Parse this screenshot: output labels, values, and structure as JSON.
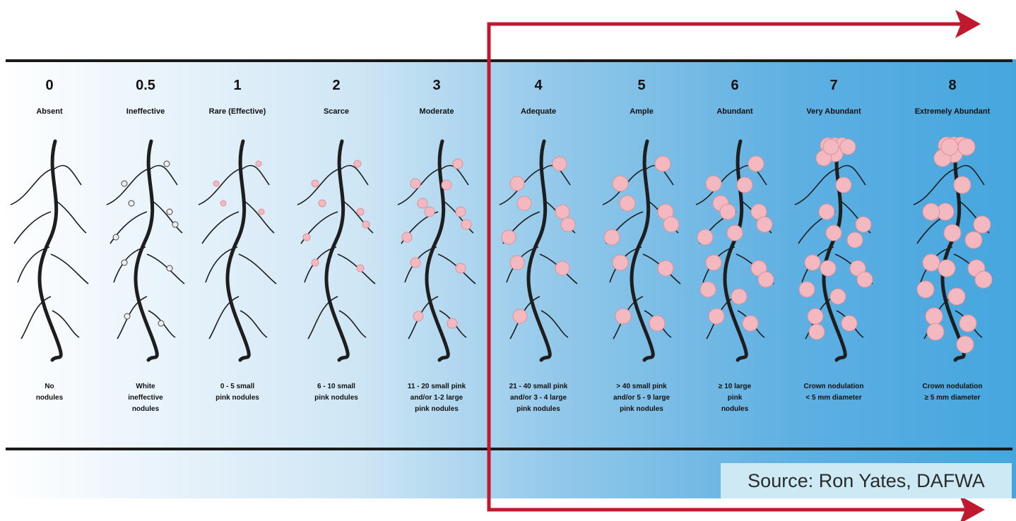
{
  "scale": [
    {
      "score": "0",
      "label": "Absent",
      "description": "No\nnodules"
    },
    {
      "score": "0.5",
      "label": "Ineffective",
      "description": "White\nineffective\nnodules"
    },
    {
      "score": "1",
      "label": "Rare (Effective)",
      "description": "0 - 5 small\npink nodules"
    },
    {
      "score": "2",
      "label": "Scarce",
      "description": "6 - 10 small\npink nodules"
    },
    {
      "score": "3",
      "label": "Moderate",
      "description": "11 - 20 small pink\nand/or 1-2 large\npink nodules"
    },
    {
      "score": "4",
      "label": "Adequate",
      "description": "21 - 40 small pink\nand/or 3 - 4 large\npink nodules"
    },
    {
      "score": "5",
      "label": "Ample",
      "description": "˃ 40 small pink\nand/or 5 - 9 large\npink nodules"
    },
    {
      "score": "6",
      "label": "Abundant",
      "description": "≥ 10 large\npink\nnodules"
    },
    {
      "score": "7",
      "label": "Very Abundant",
      "description": "Crown nodulation\n< 5 mm diameter"
    },
    {
      "score": "8",
      "label": "Extremely Abundant",
      "description": "Crown nodulation\n≥ 5 mm diameter"
    }
  ],
  "source": "Source: Ron Yates, DAFWA",
  "colors": {
    "arrow": "#c0182e",
    "root": "#1e1e1e",
    "nodule": "#f4b9c0",
    "ineffective": "#eeeeee"
  }
}
